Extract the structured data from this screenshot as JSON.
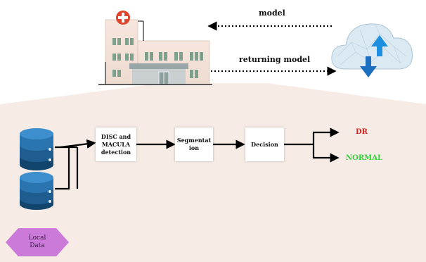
{
  "top": {
    "model_label": "model",
    "returning_label": "returning model"
  },
  "pipeline": {
    "step1": "DISC and\nMACULA\ndetection",
    "step2": "Segmentat\nion",
    "step3": "Decision",
    "outcome_dr": "DR",
    "outcome_normal": "NORMAL",
    "local_data": "Local\nData"
  },
  "colors": {
    "panel": "#f7ebe5",
    "dr": "#d32020",
    "normal": "#2fd33a",
    "diamond": "#cc7ad9",
    "database": "#2a6a9e",
    "cloud": "#cfe2ef",
    "cloud_arrow": "#1c8fe0"
  },
  "icons": {
    "hospital": "hospital-icon",
    "cloud": "cloud-icon",
    "database": "database-icon"
  }
}
